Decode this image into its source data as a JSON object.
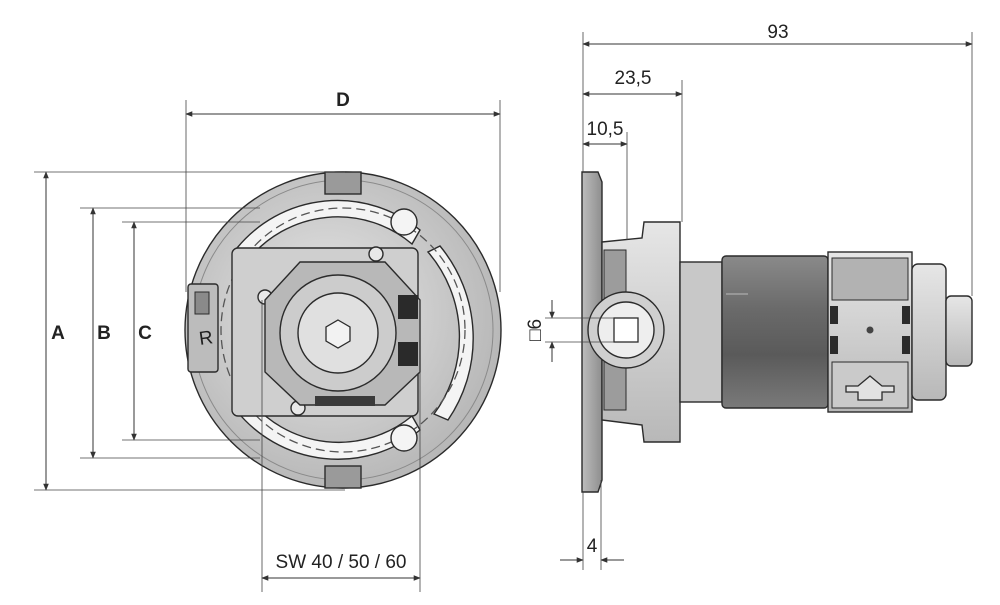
{
  "dimensions": {
    "overall_length": "93",
    "length_to_flange": "23,5",
    "length_inner": "10,5",
    "flange_thickness": "4",
    "square_drive": "□6",
    "diameter_d": "D",
    "diameter_a": "A",
    "diameter_b": "B",
    "diameter_c": "C",
    "wrench_size": "SW 40 / 50 / 60"
  },
  "part_marking": "R",
  "colors": {
    "body_light": "#d4d4d4",
    "body_mid": "#a6a6a6",
    "body_dark": "#6e6e6e",
    "outline": "#2b2b2b"
  }
}
